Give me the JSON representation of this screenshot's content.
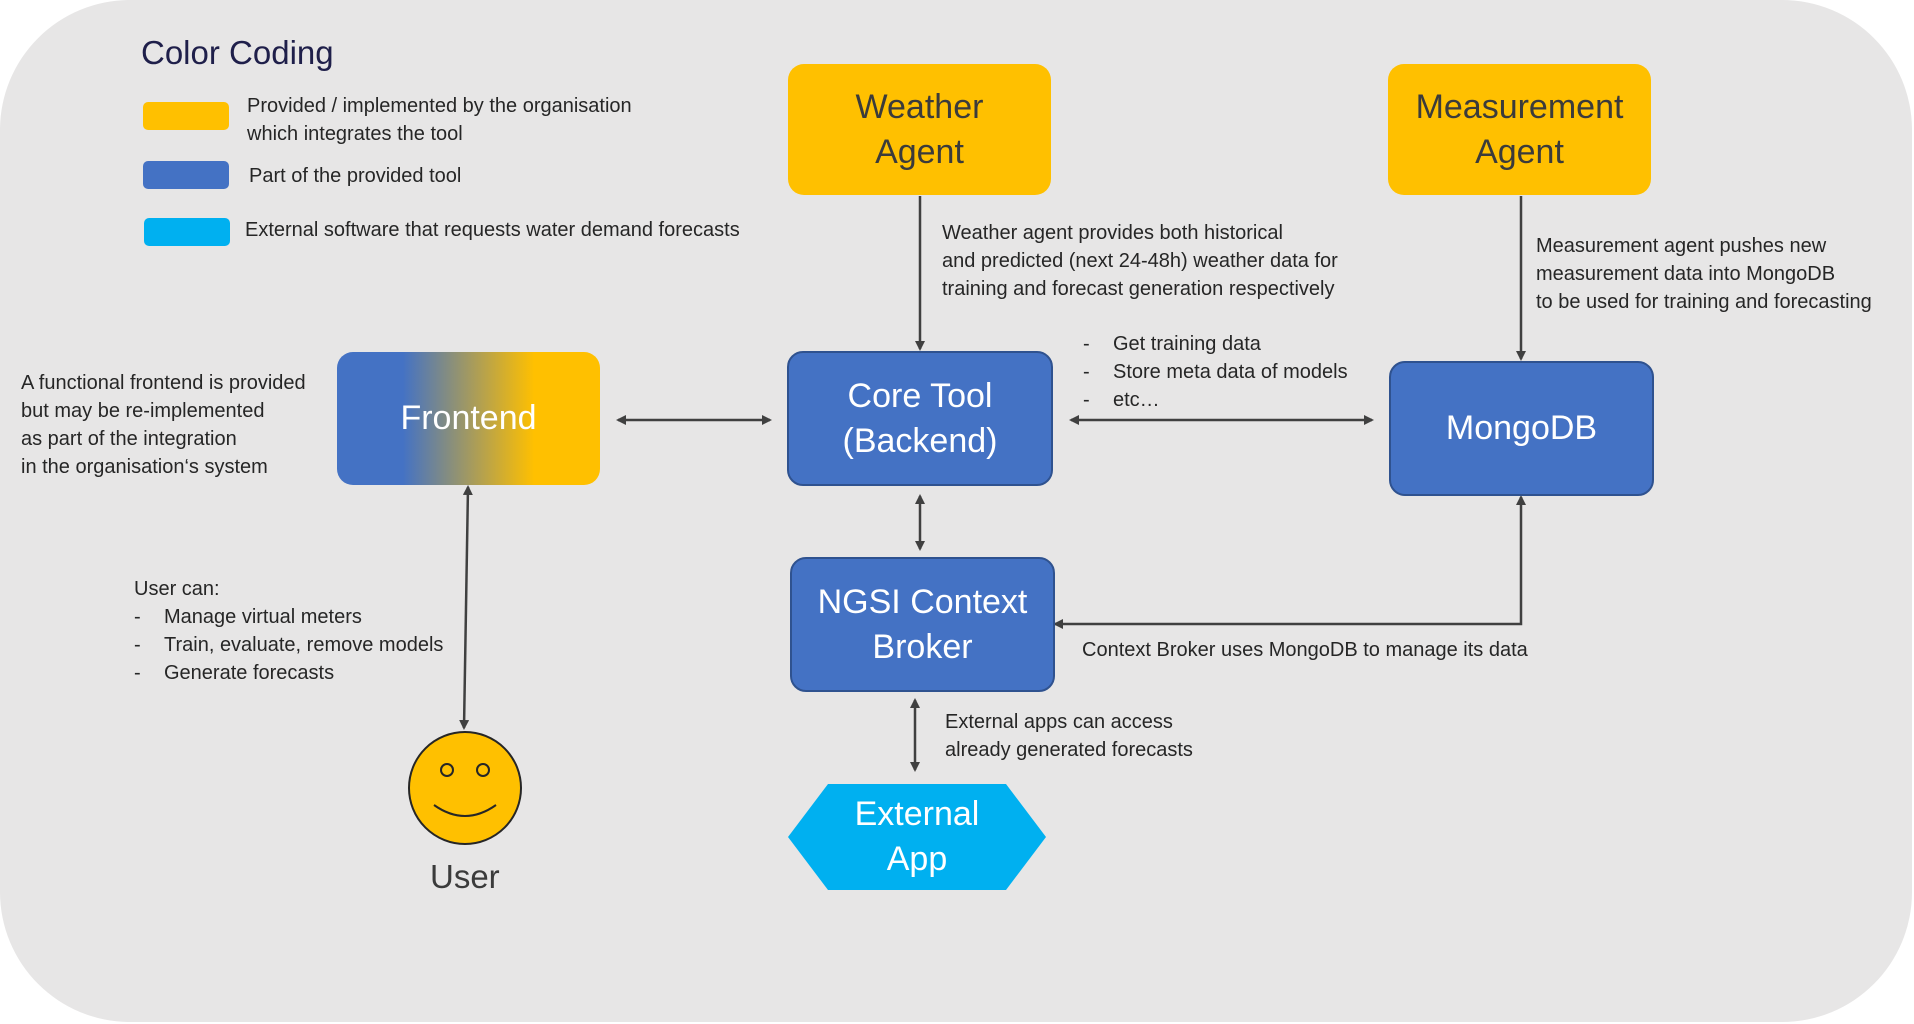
{
  "legend": {
    "title": "Color Coding",
    "items": [
      {
        "color": "#ffc000",
        "lines": [
          "Provided / implemented by the organisation",
          "which integrates the tool"
        ]
      },
      {
        "color": "#4472c4",
        "lines": [
          "Part of the provided tool"
        ]
      },
      {
        "color": "#00b0f0",
        "lines": [
          "External software that requests water demand forecasts"
        ]
      }
    ]
  },
  "nodes": {
    "weather_agent": {
      "lines": [
        "Weather",
        "Agent"
      ],
      "color": "#ffc000"
    },
    "measurement_agent": {
      "lines": [
        "Measurement",
        "Agent"
      ],
      "color": "#ffc000"
    },
    "frontend": {
      "label": "Frontend",
      "gradient": [
        "#4472c4",
        "#ffc000"
      ]
    },
    "core_tool": {
      "lines": [
        "Core Tool",
        "(Backend)"
      ],
      "color": "#4472c4"
    },
    "mongodb": {
      "label": "MongoDB",
      "color": "#4472c4"
    },
    "context_broker": {
      "lines": [
        "NGSI Context",
        "Broker"
      ],
      "color": "#4472c4"
    },
    "external_app": {
      "lines": [
        "External",
        "App"
      ],
      "color": "#00b0f0"
    },
    "user": {
      "label": "User",
      "color": "#ffc000"
    }
  },
  "annotations": {
    "weather_note": [
      "Weather agent provides both historical",
      "and predicted (next 24-48h) weather data for",
      "training and forecast generation respectively"
    ],
    "measurement_note": [
      "Measurement agent pushes new",
      "measurement data into MongoDB",
      "to be used for training and forecasting"
    ],
    "core_mongo_list": [
      "Get training data",
      "Store meta data of models",
      "etc…"
    ],
    "frontend_note": [
      "A functional frontend is provided",
      "but may be re-implemented",
      "as part of the integration",
      "in the organisation‘s system"
    ],
    "user_heading": "User can:",
    "user_list": [
      "Manage virtual meters",
      "Train, evaluate, remove models",
      "Generate forecasts"
    ],
    "broker_mongo_note": "Context Broker uses MongoDB to manage its data",
    "external_note": [
      "External apps can access",
      "already generated forecasts"
    ],
    "bullet": "-"
  },
  "colors": {
    "panel": "#e7e6e6",
    "arrow": "#404040"
  }
}
